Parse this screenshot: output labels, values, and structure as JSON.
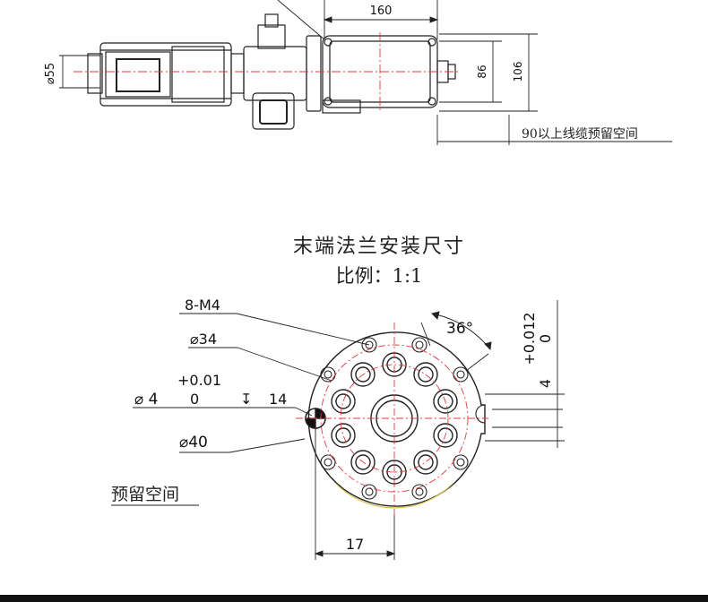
{
  "top_view": {
    "dim_width": "160",
    "dim_dia": "⌀55",
    "dim_86": "86",
    "dim_106": "106",
    "cable_note": "90以上线缆预留空间"
  },
  "flange": {
    "title": "末端法兰安装尺寸",
    "scale": "比例：1:1",
    "screw": "8-M4",
    "dia34": "⌀34",
    "tol_upper": "+0.01",
    "tol_lower": "0",
    "dia40_hole": "⌀ 4",
    "depth_symbol": "↧",
    "depth": "14",
    "dia40": "⌀40",
    "angle": "36°",
    "right_tol_upper": "+0.012",
    "right_tol_lower": "0",
    "right_dim": "4",
    "bottom_dim": "17",
    "reserve_label": "预留空间"
  },
  "colors": {
    "line": "#222222",
    "center_line": "#e23a3a",
    "accent_yellow": "#d8c24a"
  }
}
